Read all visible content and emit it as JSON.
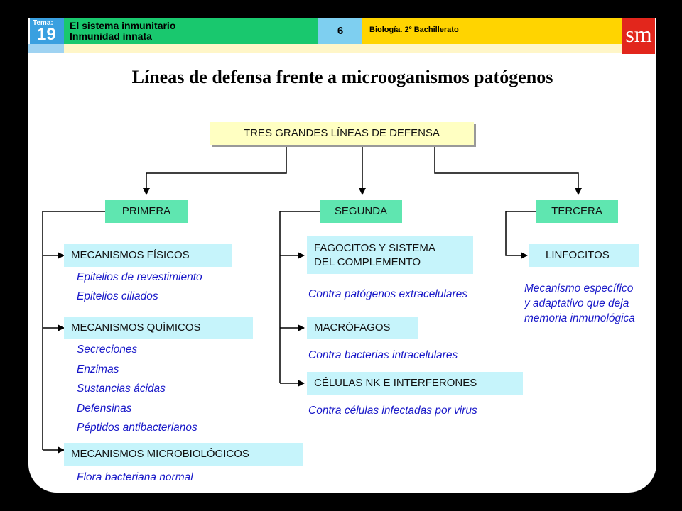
{
  "header": {
    "tema_label": "Tema:",
    "tema_number": "19",
    "title_line1": "El sistema inmunitario",
    "title_line2": "Inmunidad innata",
    "number": "6",
    "subject": "Biología. 2º Bachillerato",
    "logo_text": "sm"
  },
  "title": "Líneas de defensa frente a microoganismos patógenos",
  "root": "TRES GRANDES LÍNEAS DE DEFENSA",
  "primera": {
    "label": "PRIMERA",
    "fisicos": {
      "label": "MECANISMOS FÍSICOS",
      "items": [
        "Epitelios de revestimiento",
        "Epitelios ciliados"
      ]
    },
    "quimicos": {
      "label": "MECANISMOS QUÍMICOS",
      "items": [
        "Secreciones",
        "Enzimas",
        "Sustancias ácidas",
        "Defensinas",
        "Péptidos antibacterianos"
      ]
    },
    "microbiologicos": {
      "label": "MECANISMOS MICROBIOLÓGICOS",
      "items": [
        "Flora bacteriana normal"
      ]
    }
  },
  "segunda": {
    "label": "SEGUNDA",
    "fagocitos": {
      "line1": "FAGOCITOS Y SISTEMA",
      "line2": "DEL COMPLEMENTO",
      "desc": "Contra patógenos extracelulares"
    },
    "macrofagos": {
      "label": "MACRÓFAGOS",
      "desc": "Contra bacterias intracelulares"
    },
    "nk": {
      "label": "CÉLULAS NK E INTERFERONES",
      "desc": "Contra células infectadas por virus"
    }
  },
  "tercera": {
    "label": "TERCERA",
    "linfocitos": {
      "label": "LINFOCITOS",
      "desc_line1": "Mecanismo específico",
      "desc_line2": "y adaptativo que deja",
      "desc_line3": "memoria inmunológica"
    }
  },
  "colors": {
    "root_box": "#ffffc2",
    "level_box": "#5fe6b0",
    "item_box": "#c6f4fb",
    "item_text": "#1818c8"
  }
}
